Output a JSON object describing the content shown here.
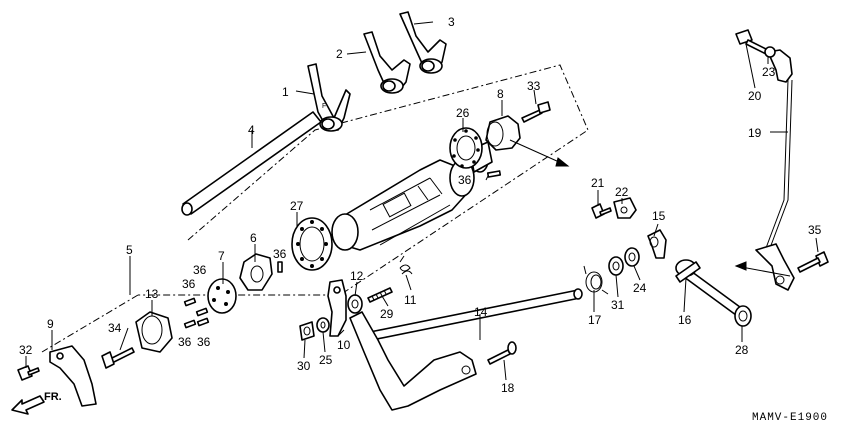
{
  "diagram_code": "MAMV-E1900",
  "direction_label": "FR.",
  "fork_mark": "F",
  "parts": {
    "p1": "1",
    "p2": "2",
    "p3": "3",
    "p4": "4",
    "p5": "5",
    "p6": "6",
    "p7": "7",
    "p8": "8",
    "p9": "9",
    "p10": "10",
    "p11": "11",
    "p12": "12",
    "p13": "13",
    "p14": "14",
    "p15": "15",
    "p16": "16",
    "p17": "17",
    "p18": "18",
    "p19": "19",
    "p20": "20",
    "p21": "21",
    "p22": "22",
    "p23": "23",
    "p24": "24",
    "p25": "25",
    "p26": "26",
    "p27": "27",
    "p28": "28",
    "p29": "29",
    "p30": "30",
    "p31": "31",
    "p32": "32",
    "p33": "33",
    "p34": "34",
    "p35": "35",
    "p36a": "36",
    "p36b": "36",
    "p36c": "36",
    "p36d": "36",
    "p36e": "36",
    "p36f": "36"
  }
}
